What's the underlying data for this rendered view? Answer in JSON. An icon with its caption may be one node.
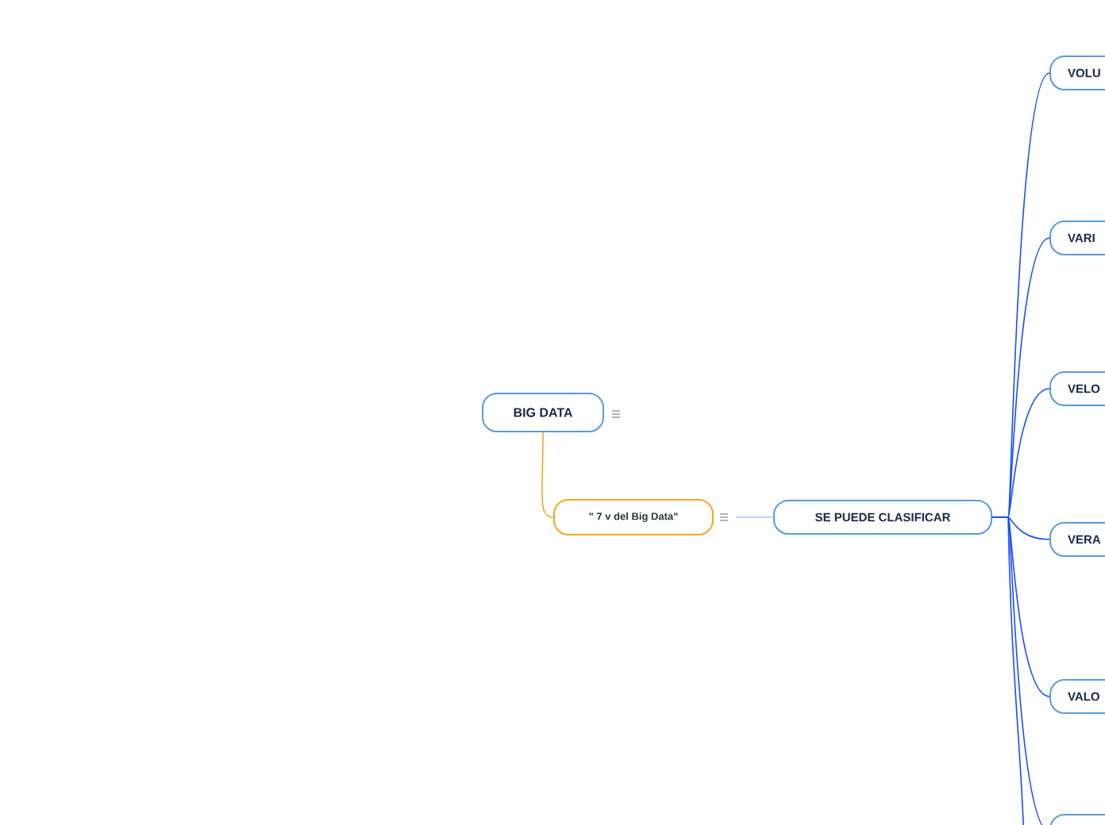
{
  "diagram": {
    "nodes": [
      {
        "text": [
          "BIG DATA"
        ]
      },
      {
        "text": [
          "\" 7 v del Big Data\""
        ]
      },
      {
        "text": [
          "SE PUEDE CLASIFICAR"
        ]
      },
      {
        "text": [
          "VOLU"
        ]
      },
      {
        "text": [
          "VARI"
        ]
      },
      {
        "text": [
          "VELO"
        ]
      },
      {
        "text": [
          "VERA"
        ]
      },
      {
        "text": [
          "VALO"
        ]
      },
      {
        "text": [],
        "shape": "box"
      }
    ],
    "edges": [
      {
        "from": 0,
        "to": 1,
        "arrow": "none",
        "color": "#f5a623"
      },
      {
        "from": 1,
        "to": 2,
        "arrow": "none",
        "color": "#a9c8f0"
      },
      {
        "from": 2,
        "to": 3,
        "arrow": "none"
      },
      {
        "from": 2,
        "to": 4,
        "arrow": "none"
      },
      {
        "from": 2,
        "to": 5,
        "arrow": "none"
      },
      {
        "from": 2,
        "to": 6,
        "arrow": "none"
      },
      {
        "from": 2,
        "to": 7,
        "arrow": "none"
      },
      {
        "from": 2,
        "to": 8,
        "arrow": "none"
      },
      {
        "from": 2,
        "to": null,
        "arrow": "none"
      }
    ]
  }
}
